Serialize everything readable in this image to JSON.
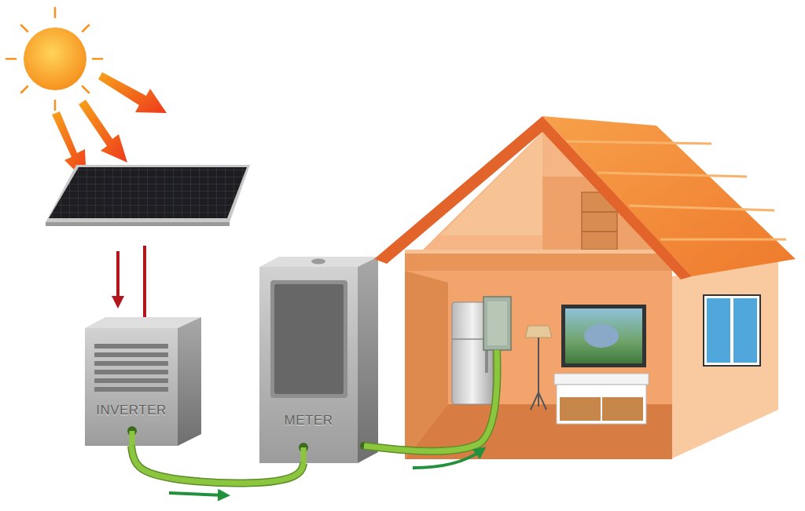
{
  "diagram": {
    "nodes": [
      {
        "text": [
          "INVERTER"
        ]
      },
      {
        "text": [
          "METER"
        ]
      }
    ],
    "edges": [
      {
        "from": 0,
        "to": 1,
        "arrow": "to"
      }
    ]
  }
}
